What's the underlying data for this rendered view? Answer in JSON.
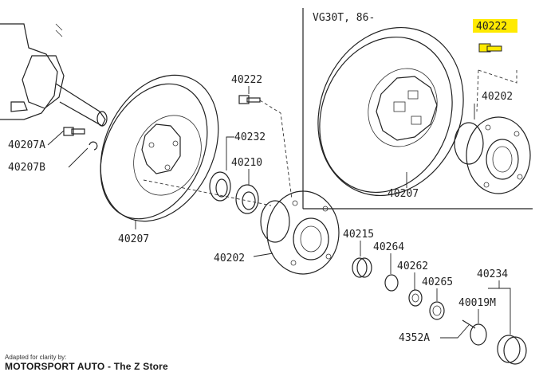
{
  "inset": {
    "title": "VG30T, 86-",
    "labels": {
      "bolt": "40222",
      "hub": "40202",
      "rotor": "40207"
    }
  },
  "main": {
    "labels": {
      "knuckle_bolt": "40207A",
      "knuckle_clip": "40207B",
      "bolt": "40222",
      "seal": "40232",
      "bearing_inner": "40210",
      "rotor": "40207",
      "hub": "40202",
      "bearing_outer": "40215",
      "washer": "40264",
      "nut": "40262",
      "nut_lock": "40265",
      "pin": "40019M",
      "cap_group": "40234",
      "cotter": "4352A"
    }
  },
  "highlight_color": "#ffea00",
  "credit": {
    "small": "Adapted for clarity by:",
    "main": "MOTORSPORT AUTO - The Z Store"
  }
}
